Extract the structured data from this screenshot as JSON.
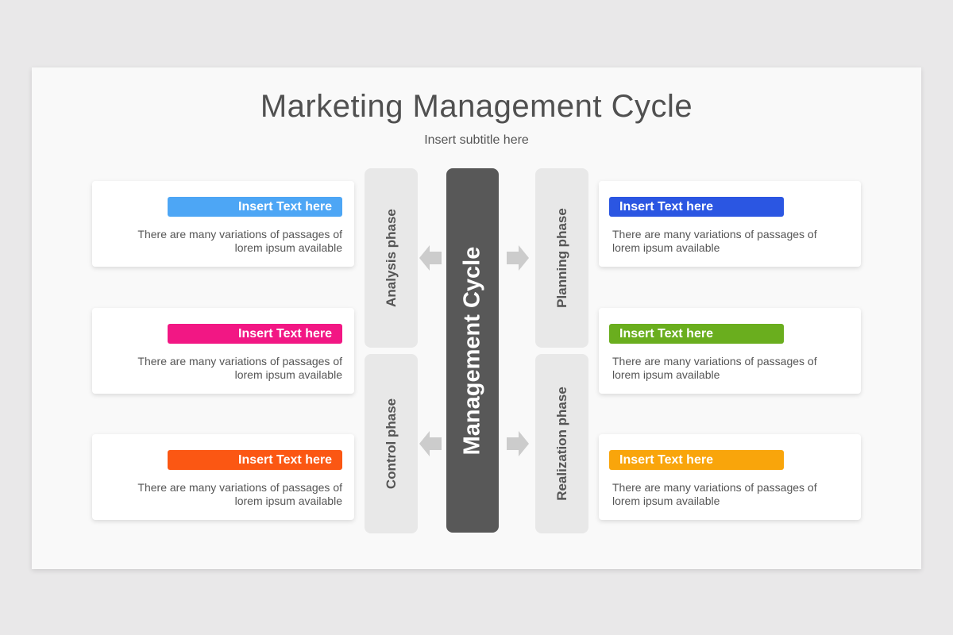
{
  "slide": {
    "title": "Marketing Management Cycle",
    "subtitle": "Insert subtitle here"
  },
  "center": {
    "label": "Management Cycle",
    "color": "#585858"
  },
  "phases": {
    "analysis": "Analysis phase",
    "control": "Control phase",
    "planning": "Planning phase",
    "realization": "Realization phase"
  },
  "cards": {
    "left": [
      {
        "label": "Insert Text here",
        "color": "#4da6f5",
        "desc_line1": "There are many variations of passages of",
        "desc_line2": "lorem ipsum available"
      },
      {
        "label": "Insert Text here",
        "color": "#f21784",
        "desc_line1": "There are many variations of passages of",
        "desc_line2": "lorem ipsum available"
      },
      {
        "label": "Insert Text here",
        "color": "#fb5713",
        "desc_line1": "There are many variations of passages of",
        "desc_line2": "lorem ipsum available"
      }
    ],
    "right": [
      {
        "label": "Insert Text here",
        "color": "#2b56e2",
        "desc_line1": "There are many variations of passages of",
        "desc_line2": "lorem ipsum available"
      },
      {
        "label": "Insert Text here",
        "color": "#6aae1e",
        "desc_line1": "There are many variations of passages of",
        "desc_line2": "lorem ipsum available"
      },
      {
        "label": "Insert Text here",
        "color": "#f9a50b",
        "desc_line1": "There are many variations of passages of",
        "desc_line2": "lorem ipsum available"
      }
    ]
  },
  "arrows": {
    "color": "#cccccc",
    "icon": "arrow-icon"
  }
}
